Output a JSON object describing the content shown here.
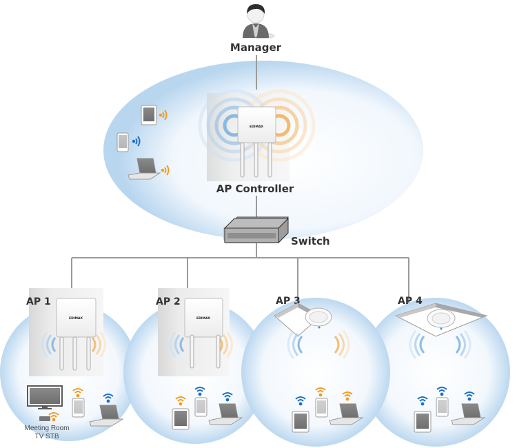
{
  "title": "AP Controller network topology",
  "manager": {
    "label": "Manager"
  },
  "controller": {
    "label": "AP Controller",
    "brand": "EDIMAX",
    "clients": [
      {
        "type": "tablet",
        "signal_color": "orange"
      },
      {
        "type": "phone",
        "signal_color": "blue"
      },
      {
        "type": "laptop",
        "signal_color": "orange"
      }
    ]
  },
  "switch": {
    "label": "Switch"
  },
  "access_points": [
    {
      "label": "AP 1",
      "mount": "wall",
      "antennas": 3,
      "clients": [
        {
          "type": "tv",
          "label_line1": "Meeting Room",
          "label_line2": "TV STB",
          "signal_color": "orange"
        },
        {
          "type": "phone",
          "signal_color": "orange"
        },
        {
          "type": "laptop",
          "signal_color": "blue"
        }
      ]
    },
    {
      "label": "AP 2",
      "mount": "wall",
      "antennas": 2,
      "clients": [
        {
          "type": "tablet",
          "signal_color": "orange"
        },
        {
          "type": "phone",
          "signal_color": "blue"
        },
        {
          "type": "laptop",
          "signal_color": "blue"
        }
      ]
    },
    {
      "label": "AP 3",
      "mount": "ceiling",
      "clients": [
        {
          "type": "tablet",
          "signal_color": "blue"
        },
        {
          "type": "phone",
          "signal_color": "orange"
        },
        {
          "type": "laptop",
          "signal_color": "orange"
        }
      ]
    },
    {
      "label": "AP 4",
      "mount": "ceiling",
      "clients": [
        {
          "type": "tablet",
          "signal_color": "blue"
        },
        {
          "type": "phone",
          "signal_color": "blue"
        },
        {
          "type": "laptop",
          "signal_color": "blue"
        }
      ]
    }
  ],
  "colors": {
    "blue_signal": "#1a6fc4",
    "orange_signal": "#f39a1e",
    "bubble_edge": "#a9cbea",
    "line": "#9a9a9a",
    "text": "#333333"
  }
}
